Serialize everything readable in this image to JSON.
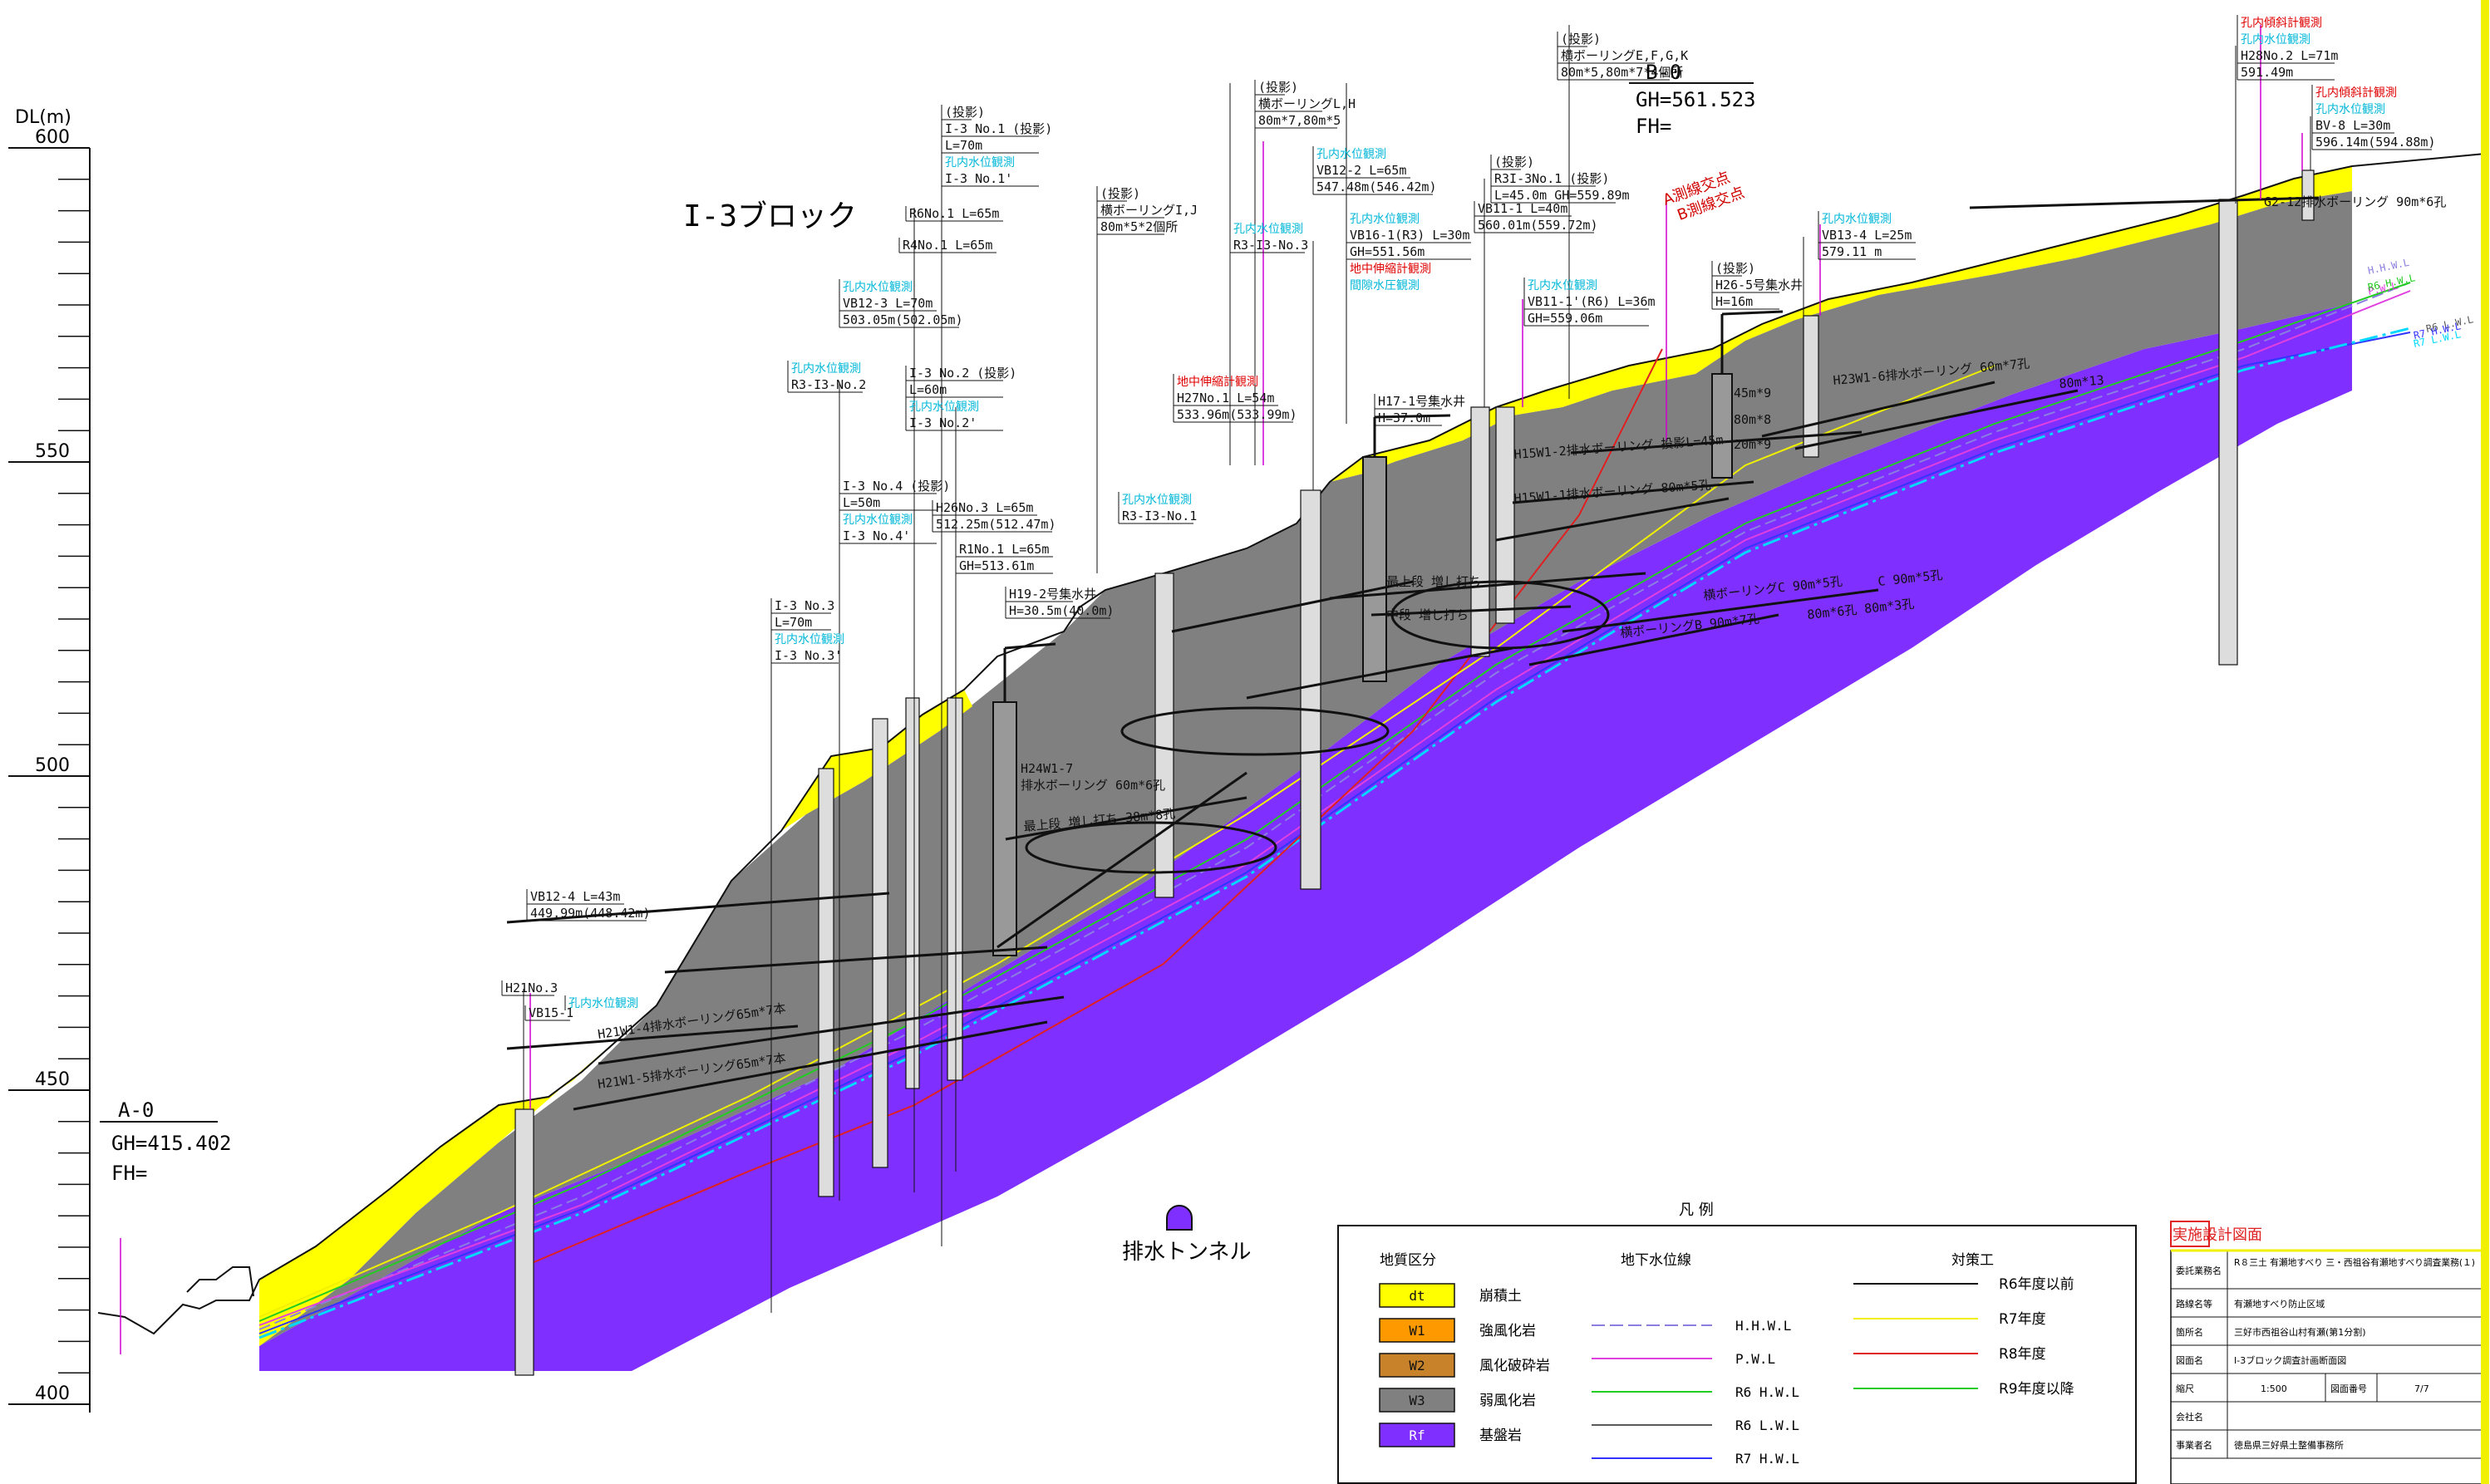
{
  "axis": {
    "label": "DL(m)",
    "ticks": [
      {
        "value": 600,
        "label": "600"
      },
      {
        "value": 550,
        "label": "550"
      },
      {
        "value": 500,
        "label": "500"
      },
      {
        "value": 450,
        "label": "450"
      },
      {
        "value": 400,
        "label": "400"
      }
    ]
  },
  "block_title": "I-3ブロック",
  "tunnel_label": "排水トンネル",
  "section_a": {
    "name": "A-0",
    "gh": "GH=415.402",
    "fh": "FH="
  },
  "section_b": {
    "name": "B-0",
    "gh": "GH=561.523",
    "fh": "FH="
  },
  "ab_intersect": {
    "a": "A測線交点",
    "b": "B測線交点"
  },
  "callouts": [
    {
      "id": "i3no1",
      "lines": [
        [
          "(投影)",
          "k"
        ],
        [
          "I-3 No.1 (投影)",
          "k"
        ],
        [
          "L=70m",
          "k"
        ],
        [
          "孔内水位観測",
          "c"
        ],
        [
          "I-3 No.1'",
          "k"
        ]
      ]
    },
    {
      "id": "r6no1",
      "lines": [
        [
          "R6No.1  L=65m",
          "k"
        ]
      ]
    },
    {
      "id": "r4no1",
      "lines": [
        [
          "R4No.1  L=65m",
          "k"
        ]
      ]
    },
    {
      "id": "vb123",
      "lines": [
        [
          "孔内水位観測",
          "c"
        ],
        [
          "VB12-3  L=70m",
          "k"
        ],
        [
          "503.05m(502.05m)",
          "k"
        ]
      ]
    },
    {
      "id": "r3i3no2",
      "lines": [
        [
          "孔内水位観測",
          "c"
        ],
        [
          "R3-I3-No.2",
          "k"
        ]
      ]
    },
    {
      "id": "i3no2",
      "lines": [
        [
          "I-3 No.2 (投影)",
          "k"
        ],
        [
          "L=60m",
          "k"
        ],
        [
          "孔内水位観測",
          "c"
        ],
        [
          "I-3 No.2'",
          "k"
        ]
      ]
    },
    {
      "id": "i3no4",
      "lines": [
        [
          "I-3 No.4 (投影)",
          "k"
        ],
        [
          "L=50m",
          "k"
        ],
        [
          "孔内水位観測",
          "c"
        ],
        [
          "I-3 No.4'",
          "k"
        ]
      ]
    },
    {
      "id": "h26no3",
      "lines": [
        [
          "H26No.3  L=65m",
          "k"
        ],
        [
          "512.25m(512.47m)",
          "k"
        ]
      ]
    },
    {
      "id": "r1no1",
      "lines": [
        [
          "R1No.1  L=65m",
          "k"
        ],
        [
          "GH=513.61m",
          "k"
        ]
      ]
    },
    {
      "id": "i3no3",
      "lines": [
        [
          "I-3 No.3",
          "k"
        ],
        [
          "L=70m",
          "k"
        ],
        [
          "孔内水位観測",
          "c"
        ],
        [
          "I-3 No.3'",
          "k"
        ]
      ]
    },
    {
      "id": "h192",
      "lines": [
        [
          "H19-2号集水井",
          "k"
        ],
        [
          "H=30.5m(40.0m)",
          "k"
        ]
      ]
    },
    {
      "id": "yokoij",
      "lines": [
        [
          "(投影)",
          "k"
        ],
        [
          "横ボーリングI,J",
          "k"
        ],
        [
          "80m*5*2個所",
          "k"
        ]
      ]
    },
    {
      "id": "yokolh",
      "lines": [
        [
          "(投影)",
          "k"
        ],
        [
          "横ボーリングL,H",
          "k"
        ],
        [
          "80m*7,80m*5",
          "k"
        ]
      ]
    },
    {
      "id": "r3i3no3",
      "lines": [
        [
          "孔内水位観測",
          "c"
        ],
        [
          "R3-I3-No.3",
          "k"
        ]
      ]
    },
    {
      "id": "vb122",
      "lines": [
        [
          "孔内水位観測",
          "c"
        ],
        [
          "VB12-2  L=65m",
          "k"
        ],
        [
          "547.48m(546.42m)",
          "k"
        ]
      ]
    },
    {
      "id": "vb161",
      "lines": [
        [
          "孔内水位観測",
          "c"
        ],
        [
          "VB16-1(R3)  L=30m",
          "k"
        ],
        [
          "GH=551.56m",
          "k"
        ],
        [
          "地中伸縮計観測",
          "r"
        ],
        [
          "間隙水圧観測",
          "c"
        ]
      ]
    },
    {
      "id": "h27no1",
      "lines": [
        [
          "地中伸縮計観測",
          "r"
        ],
        [
          "H27No.1  L=54m",
          "k"
        ],
        [
          "533.96m(533.99m)",
          "k"
        ]
      ]
    },
    {
      "id": "r3i3no1",
      "lines": [
        [
          "孔内水位観測",
          "c"
        ],
        [
          "R3-I3-No.1",
          "k"
        ]
      ]
    },
    {
      "id": "h171",
      "lines": [
        [
          "H17-1号集水井",
          "k"
        ],
        [
          "H=37.0m",
          "k"
        ]
      ]
    },
    {
      "id": "yokoefgk",
      "lines": [
        [
          "(投影)",
          "k"
        ],
        [
          "横ボーリングE,F,G,K",
          "k"
        ],
        [
          "80m*5,80m*7*4個所",
          "k"
        ]
      ]
    },
    {
      "id": "r3i3no1b",
      "lines": [
        [
          "(投影)",
          "k"
        ],
        [
          "R3I-3No.1 (投影)",
          "k"
        ],
        [
          "L=45.0m GH=559.89m",
          "k"
        ]
      ]
    },
    {
      "id": "vb111",
      "lines": [
        [
          "VB11-1  L=40m",
          "k"
        ],
        [
          "560.01m(559.72m)",
          "k"
        ]
      ]
    },
    {
      "id": "vb111r6",
      "lines": [
        [
          "孔内水位観測",
          "c"
        ],
        [
          "VB11-1'(R6)  L=36m",
          "k"
        ],
        [
          "GH=559.06m",
          "k"
        ]
      ]
    },
    {
      "id": "h265",
      "lines": [
        [
          "(投影)",
          "k"
        ],
        [
          "H26-5号集水井",
          "k"
        ],
        [
          "H=16m",
          "k"
        ]
      ]
    },
    {
      "id": "vb134",
      "lines": [
        [
          "孔内水位観測",
          "c"
        ],
        [
          "VB13-4  L=25m",
          "k"
        ],
        [
          "579.11 m",
          "k"
        ]
      ]
    },
    {
      "id": "h28no2",
      "lines": [
        [
          "孔内傾斜計観測",
          "r"
        ],
        [
          "孔内水位観測",
          "c"
        ],
        [
          "H28No.2 L=71m",
          "k"
        ],
        [
          "591.49m",
          "k"
        ]
      ]
    },
    {
      "id": "bv8",
      "lines": [
        [
          "孔内傾斜計観測",
          "r"
        ],
        [
          "孔内水位観測",
          "c"
        ],
        [
          "BV-8  L=30m",
          "k"
        ],
        [
          "596.14m(594.88m)",
          "k"
        ]
      ]
    },
    {
      "id": "vb124",
      "lines": [
        [
          "VB12-4  L=43m",
          "k"
        ],
        [
          "449.99m(448.42m)",
          "k"
        ]
      ]
    },
    {
      "id": "h21no3",
      "lines": [
        [
          "H21No.3",
          "k"
        ]
      ]
    },
    {
      "id": "vb151",
      "lines": [
        [
          "VB15-1",
          "k"
        ]
      ]
    },
    {
      "id": "h21no3w",
      "lines": [
        [
          "孔内水位観測",
          "c"
        ]
      ]
    }
  ],
  "works": [
    {
      "text": "H21W1-4排水ボーリング65m*7本"
    },
    {
      "text": "H21W1-5排水ボーリング65m*7本"
    },
    {
      "text": "H24W1-7"
    },
    {
      "text": "排水ボーリング 60m*6孔"
    },
    {
      "text": "最上段  増し打ち 38m*8孔"
    },
    {
      "text": "最上段  増し打ち"
    },
    {
      "text": "中段  増し打ち"
    },
    {
      "text": "横ボーリングC 90m*5孔"
    },
    {
      "text": "C 90m*5孔"
    },
    {
      "text": "横ボーリングB 90m*7孔"
    },
    {
      "text": "80m*6孔   80m*3孔"
    },
    {
      "text": "H15W1-2排水ボーリング 投影L=45m"
    },
    {
      "text": "H15W1-1排水ボーリング 80m*5孔"
    },
    {
      "text": "45m*9"
    },
    {
      "text": "80m*8"
    },
    {
      "text": "20m*9"
    },
    {
      "text": "H23W1-6排水ボーリング 60m*7孔"
    },
    {
      "text": "80m*13"
    },
    {
      "text": "G2-12排水ボーリング 90m*6孔"
    }
  ],
  "wl_labels": [
    "H.H.W.L",
    "P.W.L",
    "R6 H.W.L",
    "R6 L.W.L",
    "R7 H.W.L",
    "R7 L.W.L"
  ],
  "legend": {
    "title": "凡          例",
    "geo_header": "地質区分",
    "wl_header": "地下水位線",
    "works_header": "対策工",
    "geo": [
      {
        "code": "dt",
        "name": "崩積土",
        "color": "#ffff00"
      },
      {
        "code": "W1",
        "name": "強風化岩",
        "color": "#ff9900"
      },
      {
        "code": "W2",
        "name": "風化破砕岩",
        "color": "#c8832a"
      },
      {
        "code": "W3",
        "name": "弱風化岩",
        "color": "#808080"
      },
      {
        "code": "Rf",
        "name": "基盤岩",
        "color": "#7f2fff"
      }
    ],
    "wl": [
      {
        "name": "H.H.W.L",
        "color": "#8a7fe0"
      },
      {
        "name": "P.W.L",
        "color": "#e040e0"
      },
      {
        "name": "R6 H.W.L",
        "color": "#22cc22"
      },
      {
        "name": "R6 L.W.L",
        "color": "#5a5a5a"
      },
      {
        "name": "R7 H.W.L",
        "color": "#3333ff"
      },
      {
        "name": "R7 L.W.L",
        "color": "#00d8ff"
      }
    ],
    "works": [
      {
        "name": "R6年度以前",
        "color": "#111111"
      },
      {
        "name": "R7年度",
        "color": "#f0f000"
      },
      {
        "name": "R8年度",
        "color": "#e02020"
      },
      {
        "name": "R9年度以降",
        "color": "#22cc22"
      }
    ]
  },
  "title_block": {
    "badge": "実施設計図面",
    "rows": [
      {
        "k": "委託業務名",
        "v": "R８三土  有瀬地すべり  三・西祖谷有瀬地すべり調査業務(１)"
      },
      {
        "k": "路線名等",
        "v": "有瀬地すべり防止区域"
      },
      {
        "k": "箇所名",
        "v": "三好市西祖谷山村有瀬(第1分割)"
      },
      {
        "k": "図面名",
        "v": "I-3ブロック調査計画断面図"
      },
      {
        "k": "縮尺",
        "v": "1:500",
        "k2": "図面番号",
        "v2": "7/7"
      },
      {
        "k": "会社名",
        "v": ""
      },
      {
        "k": "事業者名",
        "v": "徳島県三好県土整備事務所"
      }
    ]
  }
}
